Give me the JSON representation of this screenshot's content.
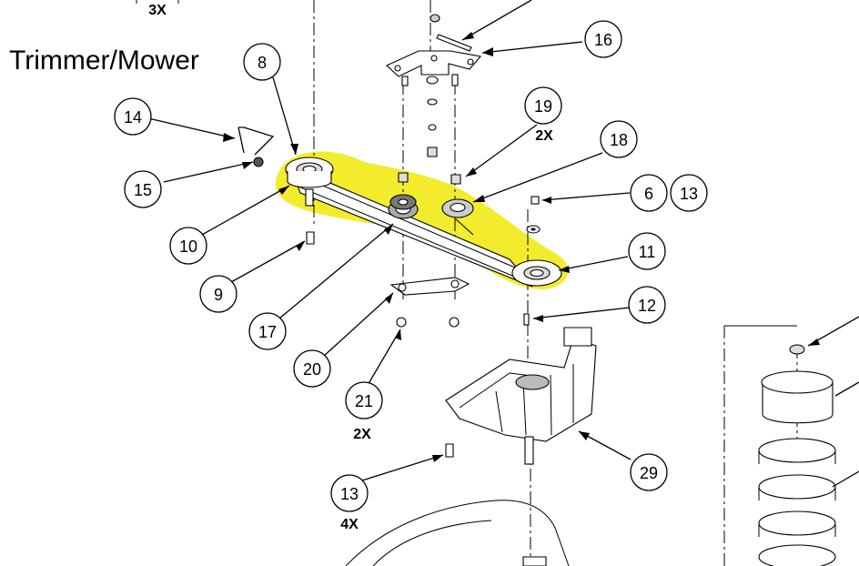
{
  "diagram": {
    "heading": "Trimmer/Mower",
    "highlight_color": "#f2ec2c",
    "callouts": {
      "c8": "8",
      "c14": "14",
      "c15": "15",
      "c10": "10",
      "c9": "9",
      "c17": "17",
      "c20": "20",
      "c21": "21",
      "c13a": "13",
      "c16": "16",
      "c19": "19",
      "c18": "18",
      "c6": "6",
      "c13b": "13",
      "c11": "11",
      "c12": "12",
      "c29": "29"
    },
    "quantities": {
      "q_top": "3X",
      "q19": "2X",
      "q21": "2X",
      "q13": "4X"
    }
  }
}
